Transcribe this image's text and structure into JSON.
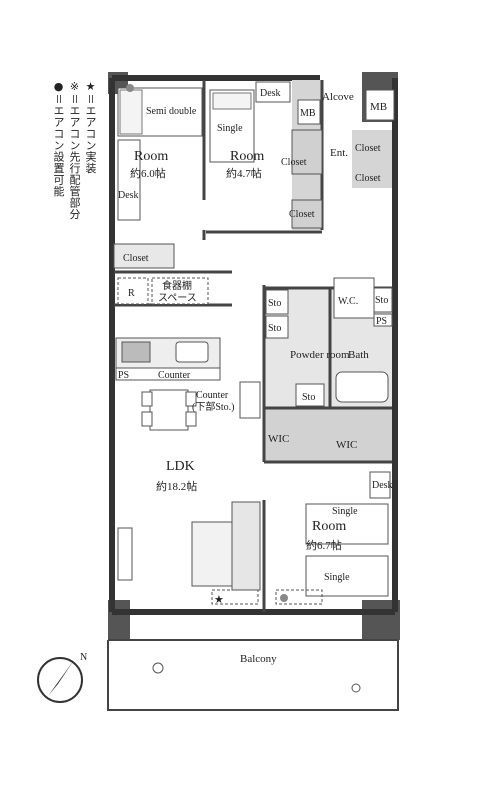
{
  "legend": {
    "aircon_installed": "★＝エアコン実装",
    "aircon_piping": "※＝エアコン先行配管部分",
    "aircon_possible": "●＝エアコン設置可能"
  },
  "rooms": {
    "room1_name": "Room",
    "room1_size": "約6.0帖",
    "room2_name": "Room",
    "room2_size": "約4.7帖",
    "room3_name": "Room",
    "room3_size": "約6.7帖",
    "ldk_name": "LDK",
    "ldk_size": "約18.2帖"
  },
  "labels": {
    "semi_double": "Semi double",
    "single": "Single",
    "desk": "Desk",
    "closet": "Closet",
    "alcove": "Alcove",
    "mb": "MB",
    "ent": "Ent.",
    "sto": "Sto",
    "wc": "W.C.",
    "ps": "PS",
    "powder_room": "Powder room",
    "bath": "Bath",
    "counter": "Counter",
    "counter2": "Counter",
    "counter2_sub": "(下部Sto.)",
    "wic": "WIC",
    "r_mark": "R",
    "pantry_line1": "食器棚",
    "pantry_line2": "スペース",
    "balcony": "Balcony",
    "north": "N"
  }
}
